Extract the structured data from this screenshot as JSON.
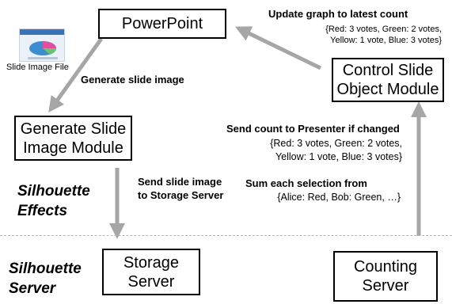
{
  "boxes": {
    "powerpoint": "PowerPoint",
    "control_slide": [
      "Control Slide",
      "Object Module"
    ],
    "generate_slide": [
      "Generate Slide",
      "Image Module"
    ],
    "storage_server": [
      "Storage",
      "Server"
    ],
    "counting_server": [
      "Counting",
      "Server"
    ]
  },
  "slide_icon": {
    "caption": "Slide Image File"
  },
  "labels": {
    "update_graph": "Update graph to latest count",
    "generate_image": "Generate slide image",
    "send_count": "Send count to Presenter if changed",
    "send_slide": [
      "Send slide image",
      "to Storage Server"
    ],
    "sum_selection": "Sum each selection from"
  },
  "notes": {
    "update_graph_counts": [
      "{Red: 3 votes, Green: 2 votes,",
      "Yellow: 1 vote, Blue: 3 votes}"
    ],
    "send_count_counts": [
      "{Red: 3 votes, Green: 2 votes,",
      "Yellow: 1 vote, Blue: 3 votes}"
    ],
    "sum_selection_detail": "{Alice: Red, Bob: Green, …}"
  },
  "side_labels": {
    "effects": [
      "Silhouette",
      "Effects"
    ],
    "server": [
      "Silhouette",
      "Server"
    ]
  },
  "colors": {
    "arrow": "#a6a6a6",
    "box_border": "#000000",
    "divider": "#b5b5b5"
  }
}
